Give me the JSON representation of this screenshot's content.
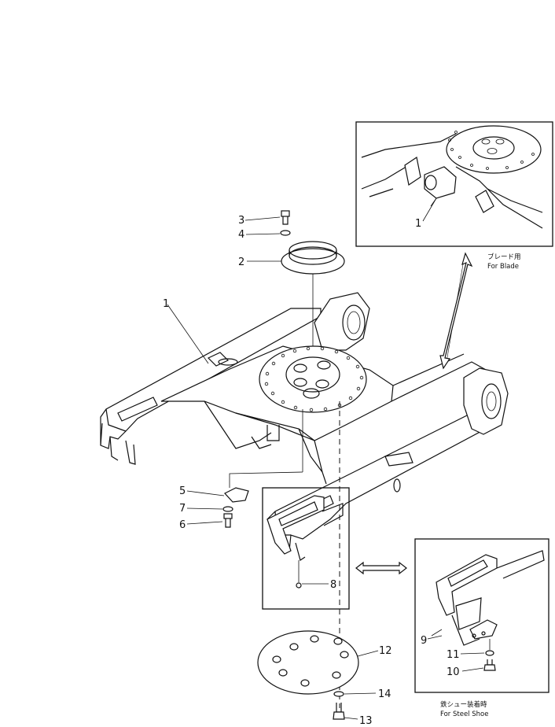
{
  "callouts": {
    "c1": "1",
    "c2": "2",
    "c3": "3",
    "c4": "4",
    "c5": "5",
    "c6": "6",
    "c7": "7",
    "c8": "8",
    "c9": "9",
    "c10": "10",
    "c11": "11",
    "c12": "12",
    "c13": "13",
    "c14": "14",
    "inset_blade_1": "1"
  },
  "captions": {
    "blade_jp": "ブレード用",
    "blade_en": "For Blade",
    "steel_jp": "鉄シュー装着時",
    "steel_en": "For Steel Shoe"
  }
}
